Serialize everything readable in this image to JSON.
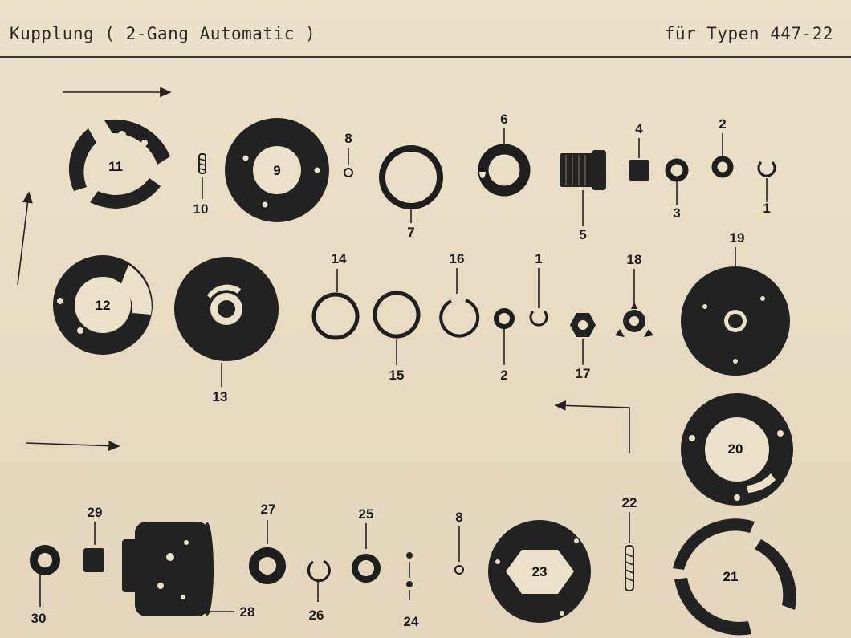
{
  "header": {
    "title": "Kupplung ( 2-Gang Automatic )",
    "types": "für Typen 447-22"
  },
  "parts": [
    {
      "id": "label-1a",
      "text": "1"
    },
    {
      "id": "label-2a",
      "text": "2"
    },
    {
      "id": "label-3",
      "text": "3"
    },
    {
      "id": "label-4",
      "text": "4"
    },
    {
      "id": "label-5",
      "text": "5"
    },
    {
      "id": "label-6",
      "text": "6"
    },
    {
      "id": "label-7",
      "text": "7"
    },
    {
      "id": "label-8a",
      "text": "8"
    },
    {
      "id": "label-9",
      "text": "9"
    },
    {
      "id": "label-10",
      "text": "10"
    },
    {
      "id": "label-11",
      "text": "11"
    },
    {
      "id": "label-12",
      "text": "12"
    },
    {
      "id": "label-13",
      "text": "13"
    },
    {
      "id": "label-14",
      "text": "14"
    },
    {
      "id": "label-15",
      "text": "15"
    },
    {
      "id": "label-16",
      "text": "16"
    },
    {
      "id": "label-1b",
      "text": "1"
    },
    {
      "id": "label-2b",
      "text": "2"
    },
    {
      "id": "label-17",
      "text": "17"
    },
    {
      "id": "label-18",
      "text": "18"
    },
    {
      "id": "label-19",
      "text": "19"
    },
    {
      "id": "label-20",
      "text": "20"
    },
    {
      "id": "label-21",
      "text": "21"
    },
    {
      "id": "label-22",
      "text": "22"
    },
    {
      "id": "label-23",
      "text": "23"
    },
    {
      "id": "label-8b",
      "text": "8"
    },
    {
      "id": "label-24",
      "text": "24"
    },
    {
      "id": "label-25",
      "text": "25"
    },
    {
      "id": "label-26",
      "text": "26"
    },
    {
      "id": "label-27",
      "text": "27"
    },
    {
      "id": "label-28",
      "text": "28"
    },
    {
      "id": "label-29",
      "text": "29"
    },
    {
      "id": "label-30",
      "text": "30"
    }
  ]
}
